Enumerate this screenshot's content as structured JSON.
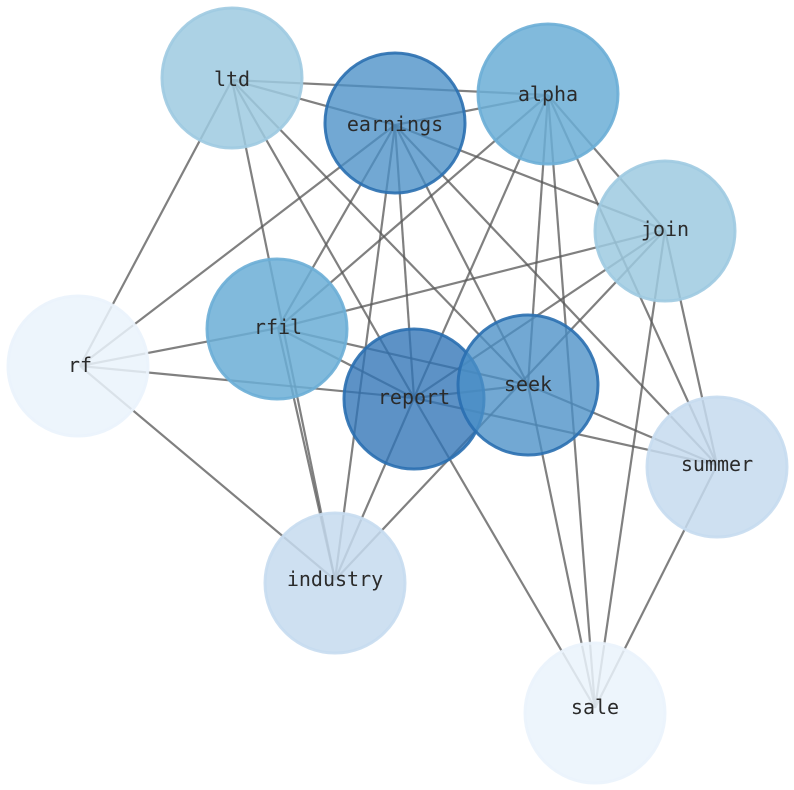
{
  "title": "word co-occurrence network",
  "nodes": [
    {
      "id": "ltd",
      "label": "ltd",
      "color": "#9ecae1"
    },
    {
      "id": "earnings",
      "label": "earnings",
      "color": "#4a90c6"
    },
    {
      "id": "alpha",
      "label": "alpha",
      "color": "#6baed6"
    },
    {
      "id": "join",
      "label": "join",
      "color": "#9ecae1"
    },
    {
      "id": "rfil",
      "label": "rfil",
      "color": "#6baed6"
    },
    {
      "id": "rf",
      "label": "rf",
      "color": "#eaf3fc"
    },
    {
      "id": "report",
      "label": "report",
      "color": "#2f73b6"
    },
    {
      "id": "seek",
      "label": "seek",
      "color": "#4a90c6"
    },
    {
      "id": "summer",
      "label": "summer",
      "color": "#c6dbef"
    },
    {
      "id": "industry",
      "label": "industry",
      "color": "#c6dbef"
    },
    {
      "id": "sale",
      "label": "sale",
      "color": "#eaf3fc"
    }
  ],
  "edges": [
    [
      "ltd",
      "alpha"
    ],
    [
      "ltd",
      "earnings"
    ],
    [
      "ltd",
      "rf"
    ],
    [
      "ltd",
      "industry"
    ],
    [
      "ltd",
      "report"
    ],
    [
      "ltd",
      "seek"
    ],
    [
      "earnings",
      "alpha"
    ],
    [
      "earnings",
      "rf"
    ],
    [
      "earnings",
      "rfil"
    ],
    [
      "earnings",
      "report"
    ],
    [
      "earnings",
      "industry"
    ],
    [
      "earnings",
      "seek"
    ],
    [
      "earnings",
      "summer"
    ],
    [
      "earnings",
      "join"
    ],
    [
      "alpha",
      "rfil"
    ],
    [
      "alpha",
      "report"
    ],
    [
      "alpha",
      "seek"
    ],
    [
      "alpha",
      "sale"
    ],
    [
      "alpha",
      "join"
    ],
    [
      "alpha",
      "summer"
    ],
    [
      "join",
      "rfil"
    ],
    [
      "join",
      "report"
    ],
    [
      "join",
      "industry"
    ],
    [
      "join",
      "sale"
    ],
    [
      "join",
      "summer"
    ],
    [
      "seek",
      "rfil"
    ],
    [
      "seek",
      "report"
    ],
    [
      "seek",
      "summer"
    ],
    [
      "seek",
      "sale"
    ],
    [
      "report",
      "rfil"
    ],
    [
      "report",
      "rf"
    ],
    [
      "report",
      "summer"
    ],
    [
      "report",
      "industry"
    ],
    [
      "report",
      "sale"
    ],
    [
      "rf",
      "rfil"
    ],
    [
      "rf",
      "industry"
    ],
    [
      "rfil",
      "industry"
    ],
    [
      "summer",
      "sale"
    ]
  ],
  "edge_color": "#555555"
}
